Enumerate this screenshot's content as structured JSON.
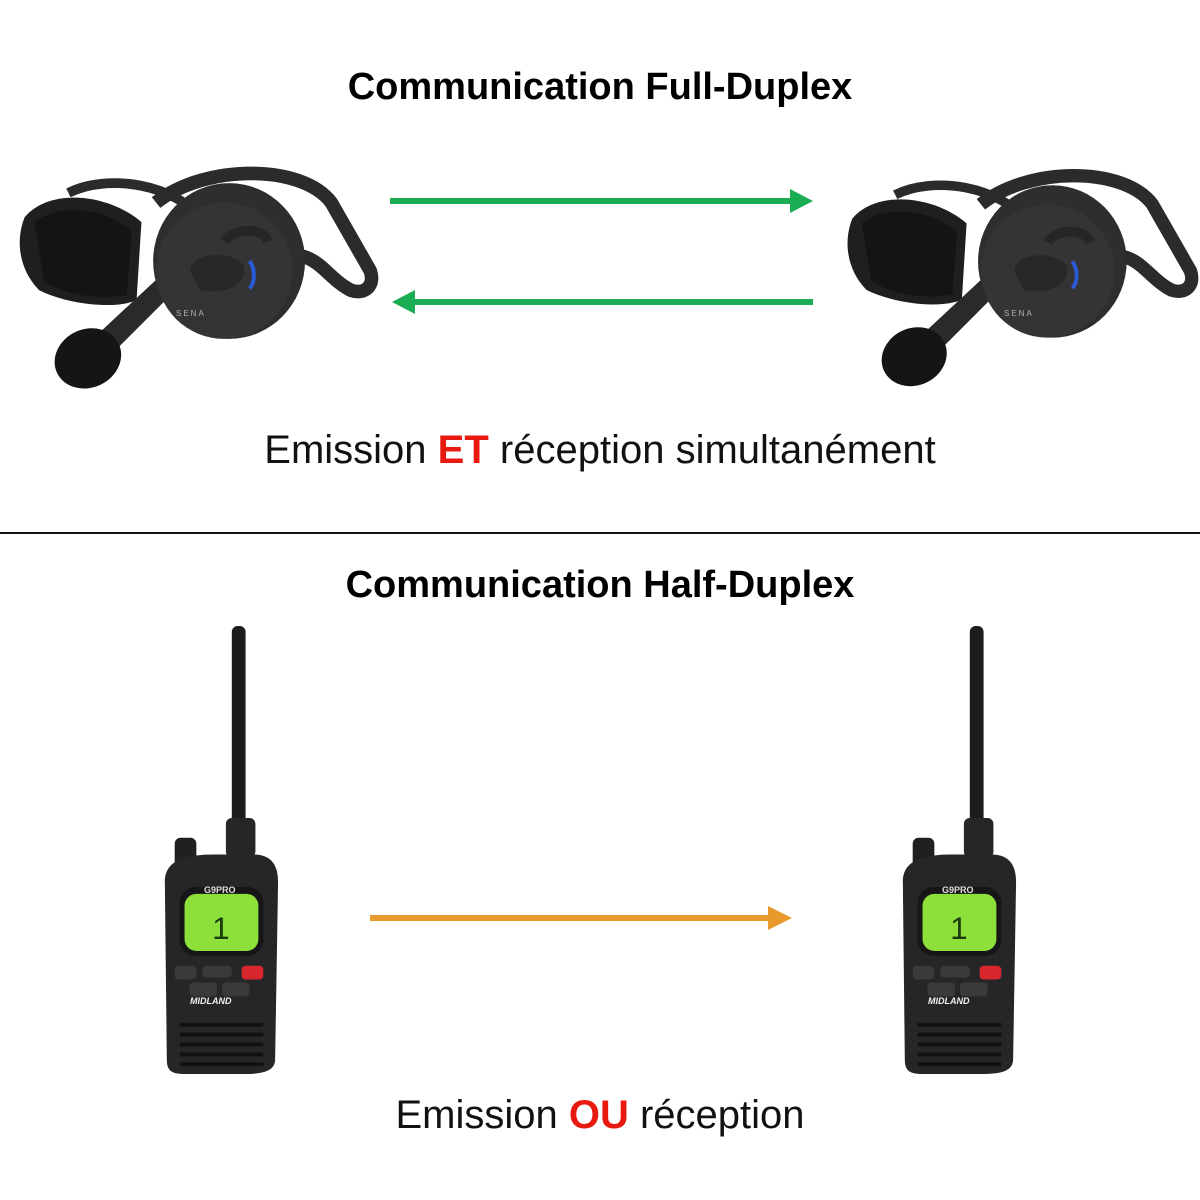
{
  "full_duplex": {
    "title": "Communication Full-Duplex",
    "caption_pre": "Emission ",
    "caption_highlight": "ET",
    "caption_post": " réception simultanément",
    "arrow_color": "#1aad54",
    "devices": [
      "headset",
      "headset"
    ],
    "device_brand": "SENA"
  },
  "half_duplex": {
    "title": "Communication Half-Duplex",
    "caption_pre": "Emission ",
    "caption_highlight": "OU",
    "caption_post": " réception",
    "arrow_color": "#e89a2c",
    "devices": [
      "walkie-talkie",
      "walkie-talkie"
    ],
    "device_brand": "MIDLAND",
    "device_model": "G9PRO"
  },
  "highlight_color": "#e8190f"
}
